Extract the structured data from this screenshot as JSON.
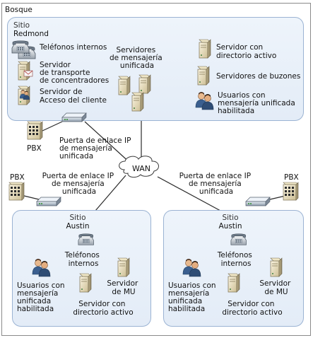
{
  "forest": {
    "label": "Bosque"
  },
  "sites": {
    "redmond": {
      "site_label": "Sitio",
      "name": "Redmond",
      "legend": {
        "phones": [
          "Teléfonos internos"
        ],
        "hub": [
          "Servidor",
          "de transporte",
          "de concentradores"
        ],
        "cas": [
          "Servidor de",
          "Acceso del cliente"
        ],
        "um": [
          "Servidores",
          "de mensajería",
          "unificada"
        ],
        "ad": [
          "Servidor con",
          "directorio activo"
        ],
        "mailbox": [
          "Servidores de buzones"
        ],
        "users": [
          "Usuarios con",
          "mensajería unificada",
          "habilitada"
        ]
      }
    },
    "austin_left": {
      "site_label": "Sitio",
      "name": "Austin",
      "legend": {
        "phones": [
          "Teléfonos",
          "internos"
        ],
        "users": [
          "Usuarios con",
          "mensajería",
          "unificada",
          "habilitada"
        ],
        "um": [
          "Servidor",
          "de MU"
        ],
        "ad": [
          "Servidor con",
          "directorio activo"
        ]
      }
    },
    "austin_right": {
      "site_label": "Sitio",
      "name": "Austin",
      "legend": {
        "phones": [
          "Teléfonos",
          "internos"
        ],
        "users": [
          "Usuarios con",
          "mensajería",
          "unificada",
          "habilitada"
        ],
        "um": [
          "Servidor",
          "de MU"
        ],
        "ad": [
          "Servidor con",
          "directorio activo"
        ]
      }
    }
  },
  "wan": {
    "label": "WAN"
  },
  "gateways": {
    "top": [
      "Puerta de enlace IP",
      "de mensajería",
      "unificada"
    ],
    "left": [
      "Puerta de enlace IP",
      "de mensajería",
      "unificada"
    ],
    "right": [
      "Puerta de enlace IP",
      "de mensajería",
      "unificada"
    ]
  },
  "pbx": {
    "top": "PBX",
    "left": "PBX",
    "right": "PBX"
  },
  "icons": {
    "phone": "phone-icon",
    "server": "server-icon",
    "user": "users-icon",
    "gateway": "gateway-icon",
    "pbx": "pbx-icon",
    "cloud": "wan-cloud-icon"
  },
  "colors": {
    "forest_border": "#8a8a8a",
    "site_fill": "#e8f0fa",
    "site_border": "#9bb3d3",
    "line": "#2a2a2a"
  }
}
